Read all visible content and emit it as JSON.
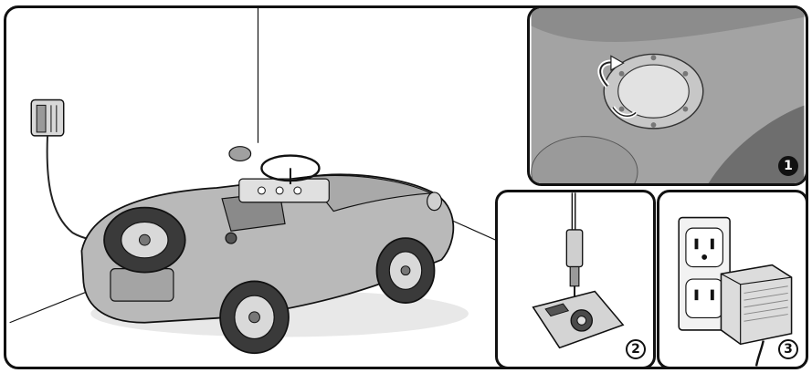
{
  "figure": {
    "main_scene": {
      "subject": "ride-on-car-charging",
      "icons": [
        "wall-adapter-icon",
        "power-cord-icon",
        "ride-on-car-icon"
      ]
    },
    "steps": [
      {
        "number": "1",
        "style": "filled",
        "icon": "charging-port-cover-icon"
      },
      {
        "number": "2",
        "style": "outline",
        "icon": "charger-plug-icon"
      },
      {
        "number": "3",
        "style": "outline",
        "icon": "wall-outlet-icon"
      }
    ],
    "colors": {
      "ink": "#111111",
      "car_body": "#b9b9b9",
      "panel_1_background": "#a3a3a3",
      "tire": "#3a3a3a"
    }
  }
}
